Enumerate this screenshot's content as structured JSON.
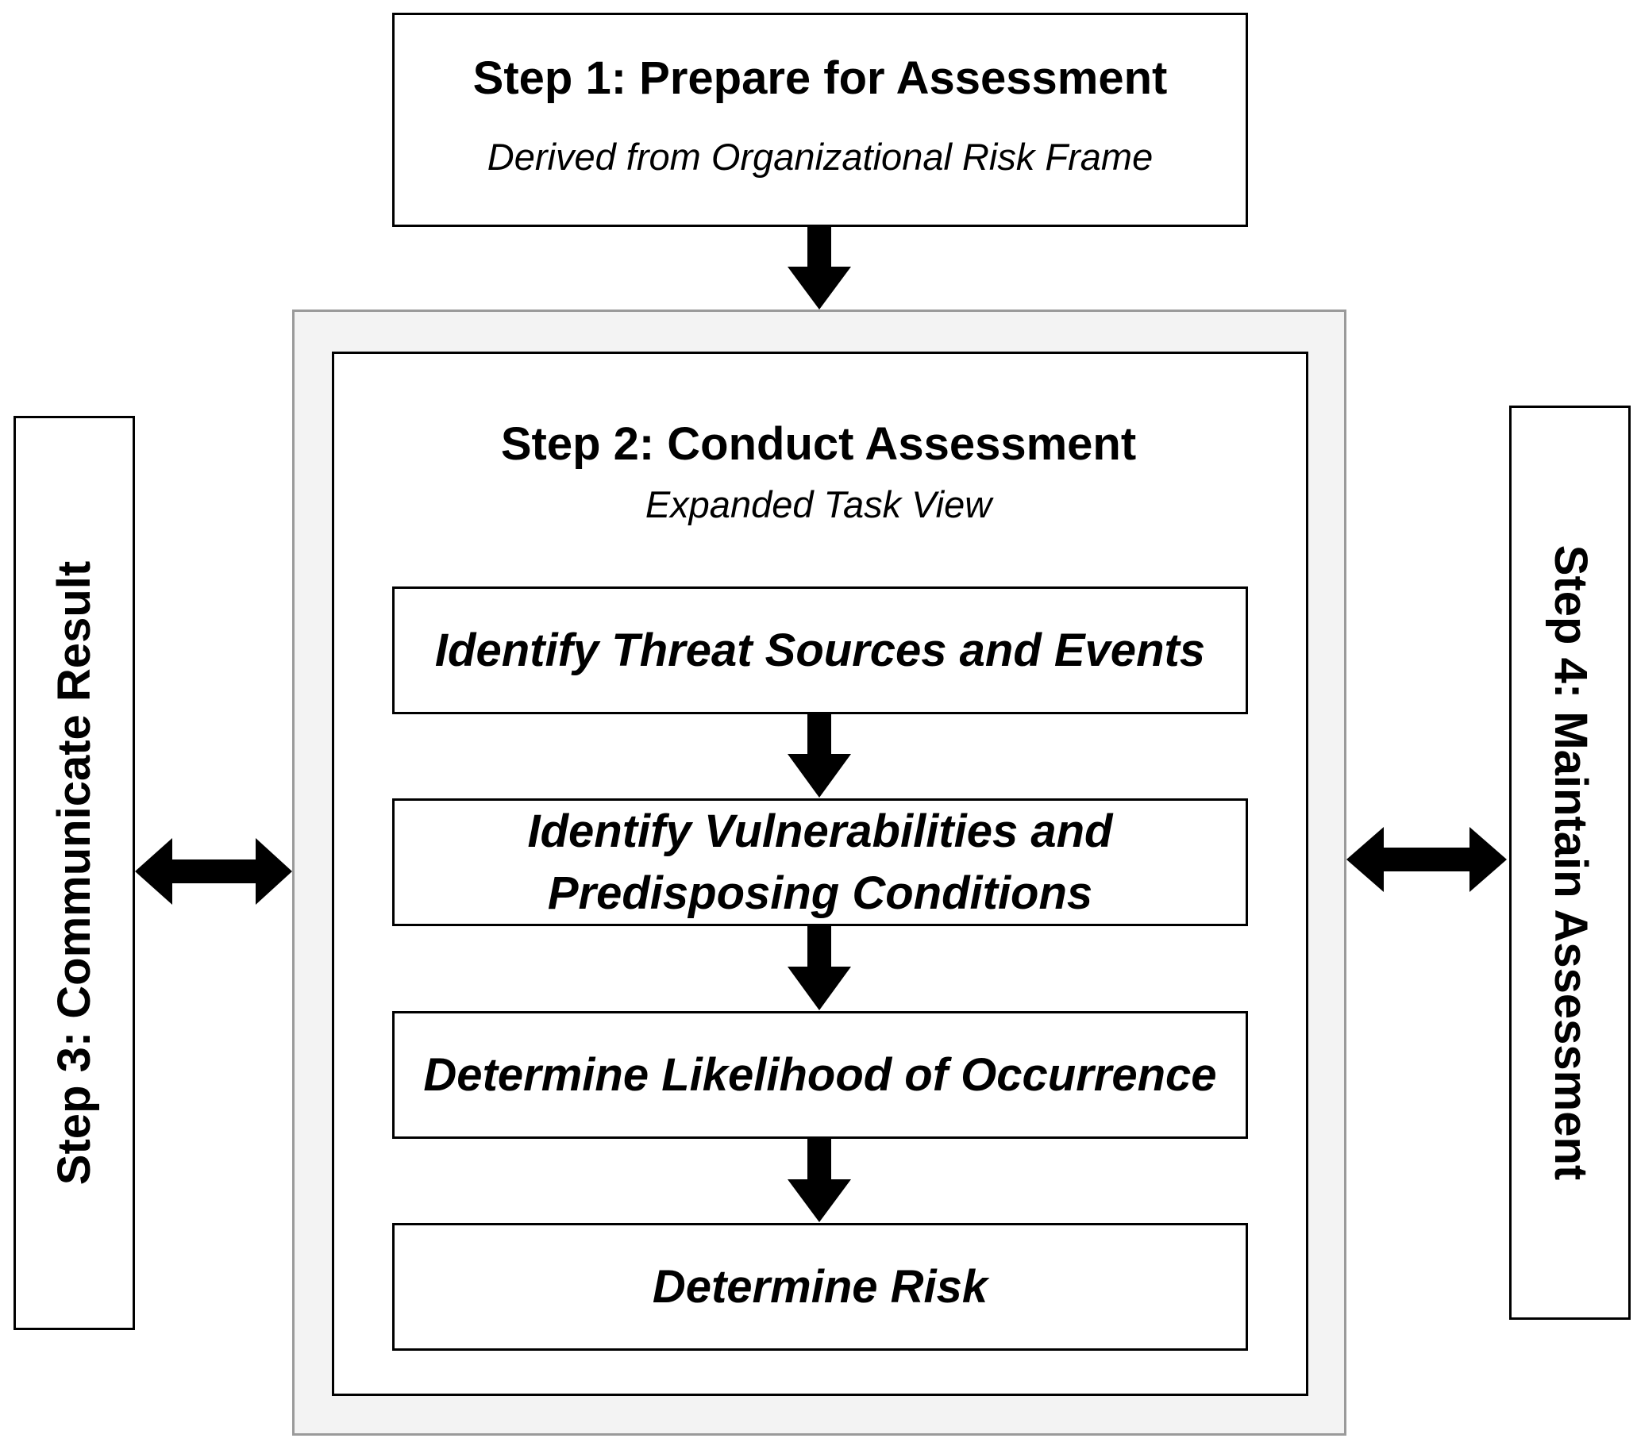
{
  "step1": {
    "title": "Step 1: Prepare for Assessment",
    "subtitle": "Derived from Organizational Risk Frame"
  },
  "step2": {
    "title": "Step 2: Conduct Assessment",
    "subtitle": "Expanded Task View",
    "tasks": [
      {
        "line1": "Identify Threat Sources and Events",
        "line2": ""
      },
      {
        "line1": "Identify Vulnerabilities and",
        "line2": "Predisposing Conditions"
      },
      {
        "line1": "Determine Likelihood of Occurrence",
        "line2": ""
      },
      {
        "line1": "Determine Risk",
        "line2": ""
      }
    ]
  },
  "step3": {
    "label": "Step 3: Communicate Result"
  },
  "step4": {
    "label": "Step 4: Maintain Assessment"
  },
  "colors": {
    "stroke": "#000000",
    "frame_border": "#9a9a9a",
    "frame_fill": "#f3f3f3"
  }
}
